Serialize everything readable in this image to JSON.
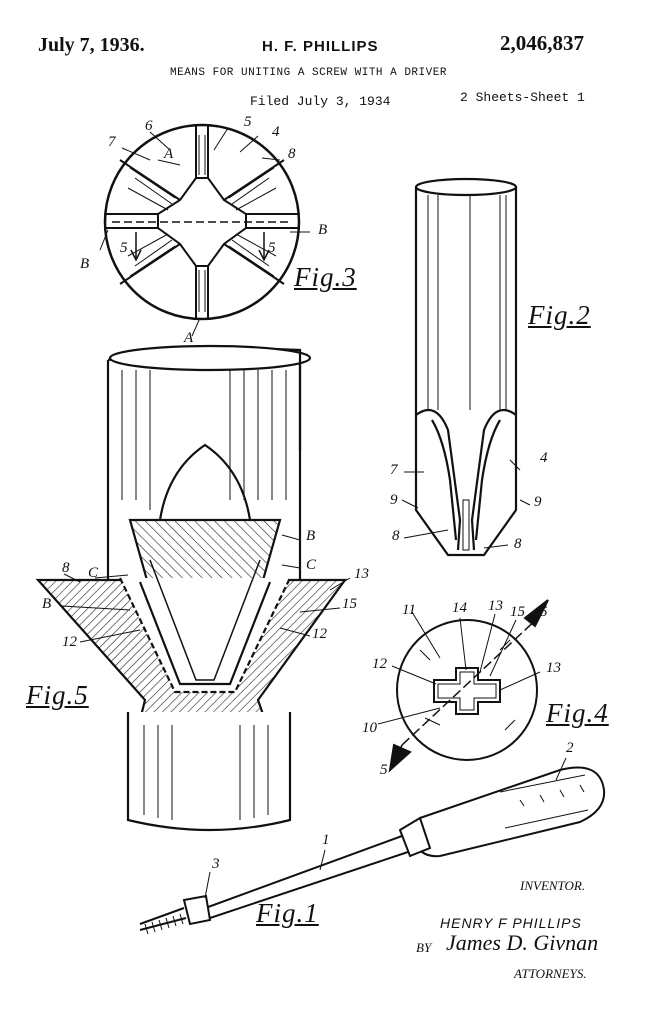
{
  "header": {
    "date": "July 7, 1936.",
    "inventor_short": "H. F. PHILLIPS",
    "patent_number": "2,046,837",
    "title": "MEANS FOR UNITING A SCREW WITH A DRIVER",
    "filed": "Filed July 3, 1934",
    "sheets": "2 Sheets-Sheet 1"
  },
  "figures": {
    "fig1": "Fig.1",
    "fig2": "Fig.2",
    "fig3": "Fig.3",
    "fig4": "Fig.4",
    "fig5": "Fig.5"
  },
  "reference_numerals": {
    "fig3": [
      "6",
      "5",
      "7",
      "4",
      "A",
      "8",
      "5",
      "5",
      "B",
      "B",
      "A"
    ],
    "fig2": [
      "7",
      "4",
      "9",
      "9",
      "8",
      "8"
    ],
    "fig5": [
      "B",
      "C",
      "C",
      "8",
      "13",
      "B",
      "15",
      "12",
      "12"
    ],
    "fig4": [
      "14",
      "13",
      "15",
      "5",
      "11",
      "12",
      "13",
      "10",
      "5"
    ],
    "fig1": [
      "2",
      "1",
      "3"
    ]
  },
  "signature": {
    "inventor_label": "INVENTOR.",
    "inventor_name": "HENRY F PHILLIPS",
    "by": "BY",
    "attorney_signature": "James D. Givnan",
    "attorneys_label": "ATTORNEYS."
  }
}
